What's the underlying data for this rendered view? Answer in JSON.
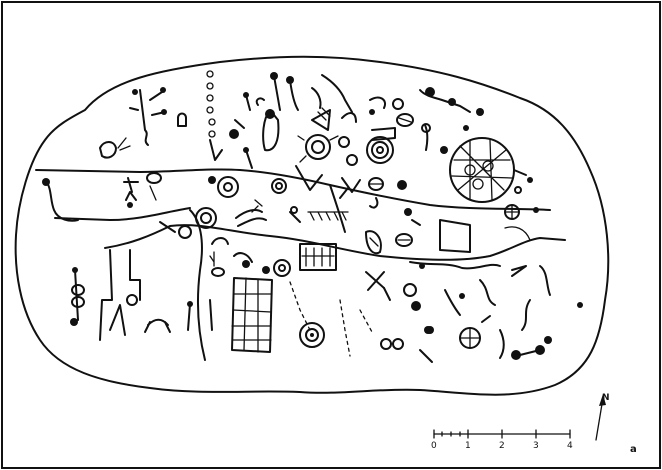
{
  "figure": {
    "panel_letter": "a",
    "north_label": "N",
    "scale_ticks": [
      "0",
      "1",
      "2",
      "3",
      "4"
    ]
  },
  "colors": {
    "ink": "#111111",
    "paper": "#ffffff"
  }
}
